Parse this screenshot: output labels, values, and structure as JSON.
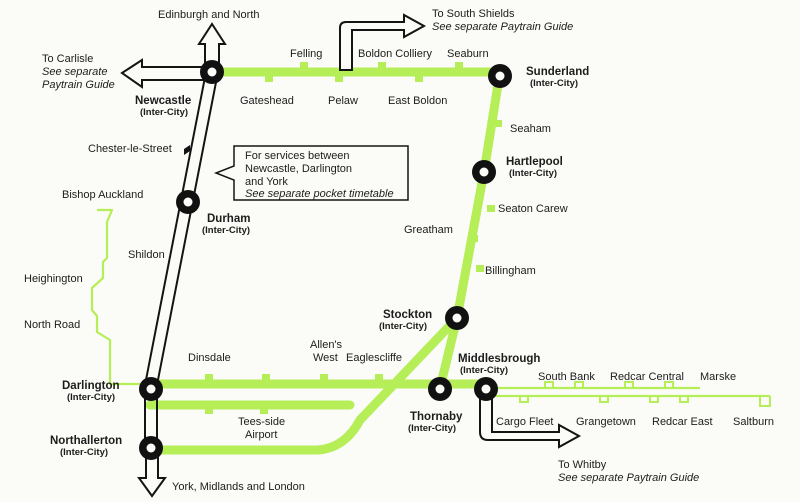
{
  "colors": {
    "line_green": "#b5ee57",
    "ink": "#141414",
    "paper": "#fbfbf8"
  },
  "stations": {
    "newcastle": "Newcastle",
    "sunderland": "Sunderland",
    "hartlepool": "Hartlepool",
    "durham": "Durham",
    "stockton": "Stockton",
    "middlesbrough": "Middlesbrough",
    "darlington": "Darlington",
    "thornaby": "Thornaby",
    "northallerton": "Northallerton",
    "inter_city": "(Inter-City)",
    "felling": "Felling",
    "gateshead": "Gateshead",
    "pelaw": "Pelaw",
    "boldon_colliery": "Boldon Colliery",
    "seaburn": "Seaburn",
    "east_boldon": "East Boldon",
    "seaham": "Seaham",
    "seaton_carew": "Seaton Carew",
    "greatham": "Greatham",
    "billingham": "Billingham",
    "chester_le_street": "Chester-le-Street",
    "bishop_auckland": "Bishop Auckland",
    "shildon": "Shildon",
    "heighington": "Heighington",
    "north_road": "North Road",
    "dinsdale": "Dinsdale",
    "allens_west_1": "Allen's",
    "allens_west_2": "West",
    "eaglescliffe": "Eaglescliffe",
    "teesside_airport_1": "Tees-side",
    "teesside_airport_2": "Airport",
    "south_bank": "South Bank",
    "redcar_central": "Redcar Central",
    "marske": "Marske",
    "cargo_fleet": "Cargo Fleet",
    "grangetown": "Grangetown",
    "redcar_east": "Redcar East",
    "saltburn": "Saltburn"
  },
  "destinations": {
    "edinburgh": "Edinburgh and North",
    "carlisle_1": "To Carlisle",
    "carlisle_2": "See separate",
    "carlisle_3": "Paytrain Guide",
    "south_shields_1": "To South Shields",
    "south_shields_2": "See separate Paytrain Guide",
    "york": "York, Midlands and London",
    "whitby_1": "To Whitby",
    "whitby_2": "See separate Paytrain Guide"
  },
  "note": {
    "line1": "For services between",
    "line2": "Newcastle, Darlington",
    "line3": "and York",
    "line4": "See separate pocket timetable"
  }
}
